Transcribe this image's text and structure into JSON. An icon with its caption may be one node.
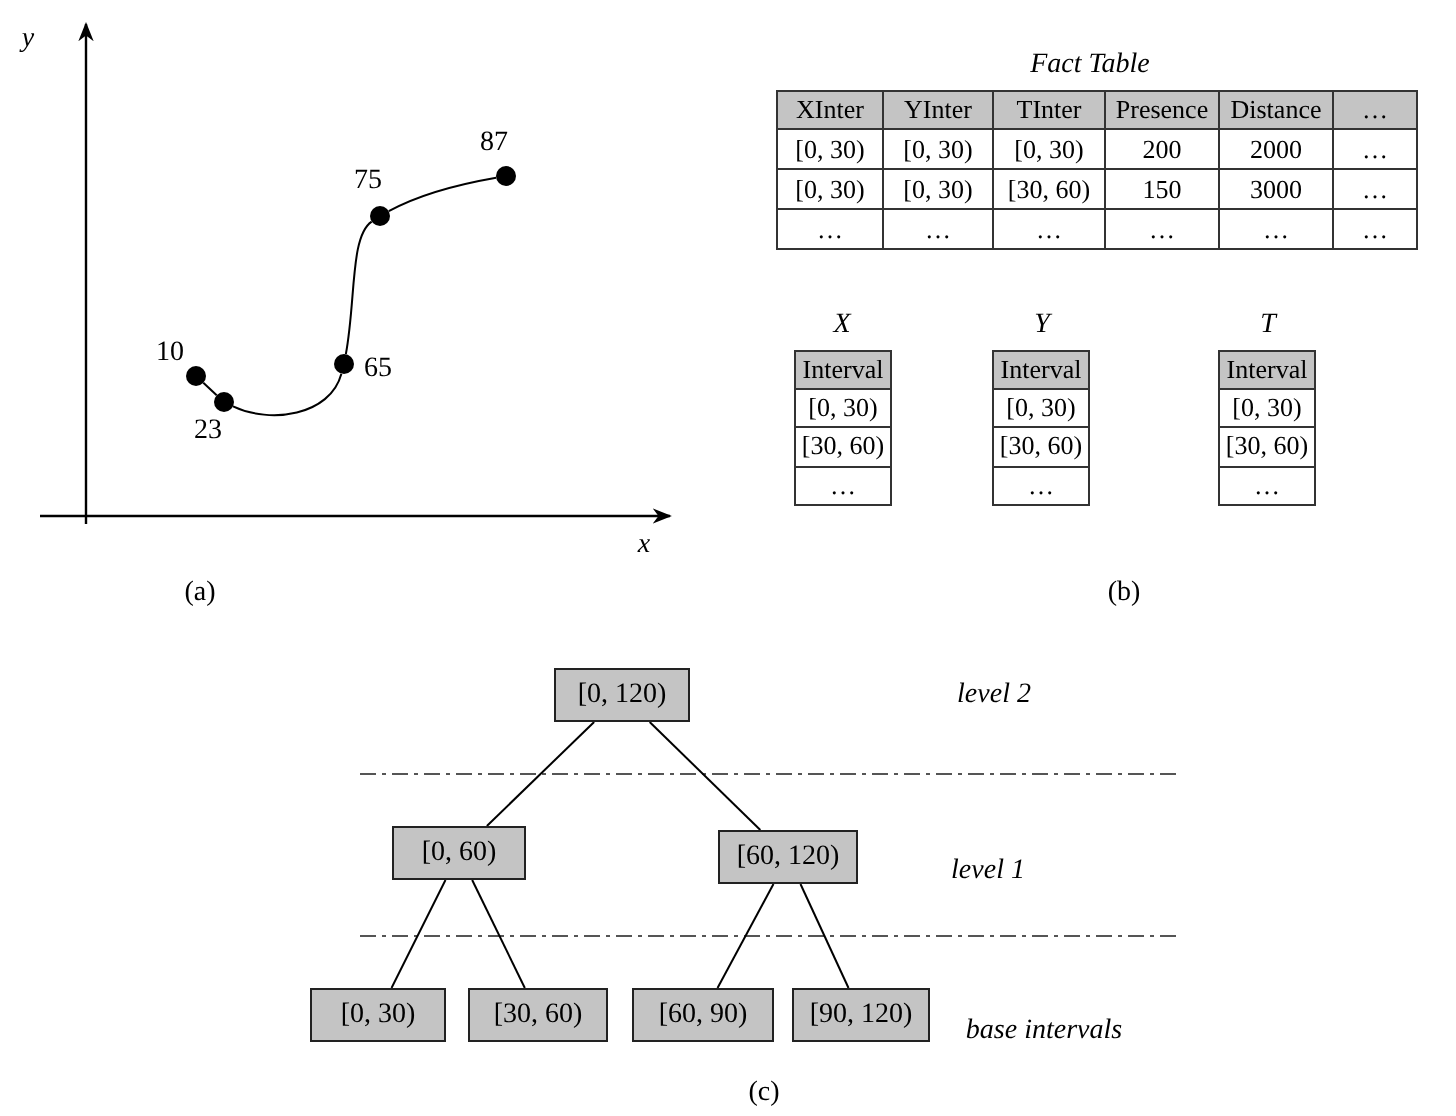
{
  "diagram": {
    "nodes": [
      {
        "text": [],
        "shape": "circle",
        "beside": [
          "10"
        ]
      },
      {
        "text": [],
        "shape": "circle",
        "beside": [
          "23"
        ]
      },
      {
        "text": [],
        "shape": "circle",
        "beside": [
          "65"
        ]
      },
      {
        "text": [],
        "shape": "circle",
        "beside": [
          "75"
        ]
      },
      {
        "text": [],
        "shape": "circle",
        "beside": [
          "87"
        ]
      },
      {
        "text": [
          "[0, 120)"
        ]
      },
      {
        "text": [
          "[0, 60)"
        ]
      },
      {
        "text": [
          "[60, 120)"
        ]
      },
      {
        "text": [
          "[0, 30)"
        ]
      },
      {
        "text": [
          "[30, 60)"
        ]
      },
      {
        "text": [
          "[60, 90)"
        ]
      },
      {
        "text": [
          "[90, 120)"
        ]
      }
    ],
    "edges": [
      {
        "from": 0,
        "to": 1,
        "arrow": "none"
      },
      {
        "from": 1,
        "to": 2,
        "arrow": "none"
      },
      {
        "from": 2,
        "to": 3,
        "arrow": "none"
      },
      {
        "from": 3,
        "to": 4,
        "arrow": "none"
      },
      {
        "from": 5,
        "to": 6,
        "arrow": "none"
      },
      {
        "from": 5,
        "to": 7,
        "arrow": "none"
      },
      {
        "from": 6,
        "to": 8,
        "arrow": "none"
      },
      {
        "from": 6,
        "to": 9,
        "arrow": "none"
      },
      {
        "from": 7,
        "to": 10,
        "arrow": "none"
      },
      {
        "from": 7,
        "to": 11,
        "arrow": "none"
      }
    ],
    "labels": [
      "y",
      "Fact Table",
      "XInter",
      "YInter",
      "TInter",
      "Presence",
      "Distance",
      "…",
      "[0, 30)",
      "[0, 30)",
      "[0, 30)",
      "200",
      "2000",
      "…",
      "[0, 30)",
      "[0, 30)",
      "[30, 60)",
      "150",
      "3000",
      "…",
      "…",
      "…",
      "…",
      "…",
      "…",
      "…",
      "X",
      "Y",
      "T",
      "Interval",
      "Interval",
      "Interval",
      "[0, 30)",
      "[0, 30)",
      "[0, 30)",
      "[30, 60)",
      "[30, 60)",
      "[30, 60)",
      "…",
      "…",
      "…",
      "x",
      "(a)",
      "(b)",
      "level 2",
      "level 1",
      "base intervals",
      "(c)"
    ]
  }
}
